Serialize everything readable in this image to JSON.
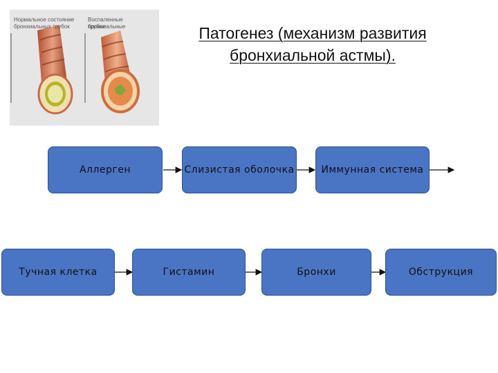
{
  "title": {
    "line1": "Патогенез (механизм развития",
    "line2": "бронхиальной астмы)."
  },
  "illustration": {
    "normal_caption_1": "Нормальное состояние",
    "normal_caption_2": "бронхиальных трубок",
    "inflamed_caption_1": "Воспаленные бронхиальные",
    "inflamed_caption_2": "трубки"
  },
  "flow": {
    "row1": [
      "Аллерген",
      "Слизистая оболочка",
      "Иммунная система"
    ],
    "row2": [
      "Тучная клетка",
      "Гистамин",
      "Бронхи",
      "Обструкция"
    ]
  },
  "colors": {
    "box_fill": "#4a74c4",
    "box_border": "#2f528f",
    "arrow": "#111111"
  }
}
